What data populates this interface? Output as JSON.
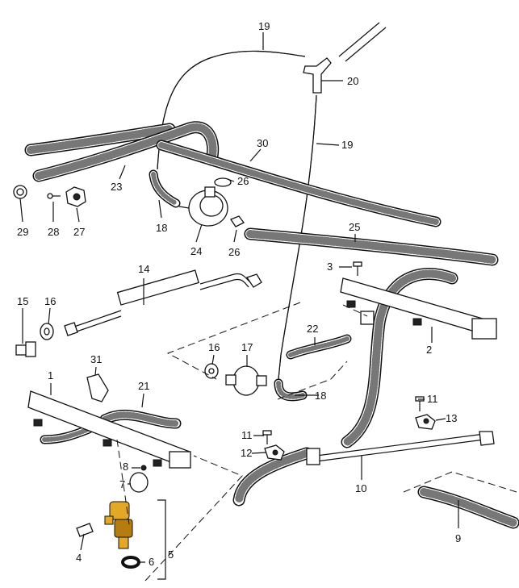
{
  "callouts": [
    "19",
    "20",
    "19",
    "30",
    "26",
    "23",
    "18",
    "24",
    "26",
    "25",
    "29",
    "28",
    "27",
    "3",
    "14",
    "15",
    "16",
    "2",
    "22",
    "16",
    "17",
    "18",
    "31",
    "21",
    "1",
    "11",
    "13",
    "11",
    "12",
    "8",
    "7",
    "10",
    "9",
    "4",
    "6",
    "5"
  ],
  "colors": {
    "injector": "#e3a826",
    "injector_dark": "#b57d10",
    "line": "#111111"
  }
}
